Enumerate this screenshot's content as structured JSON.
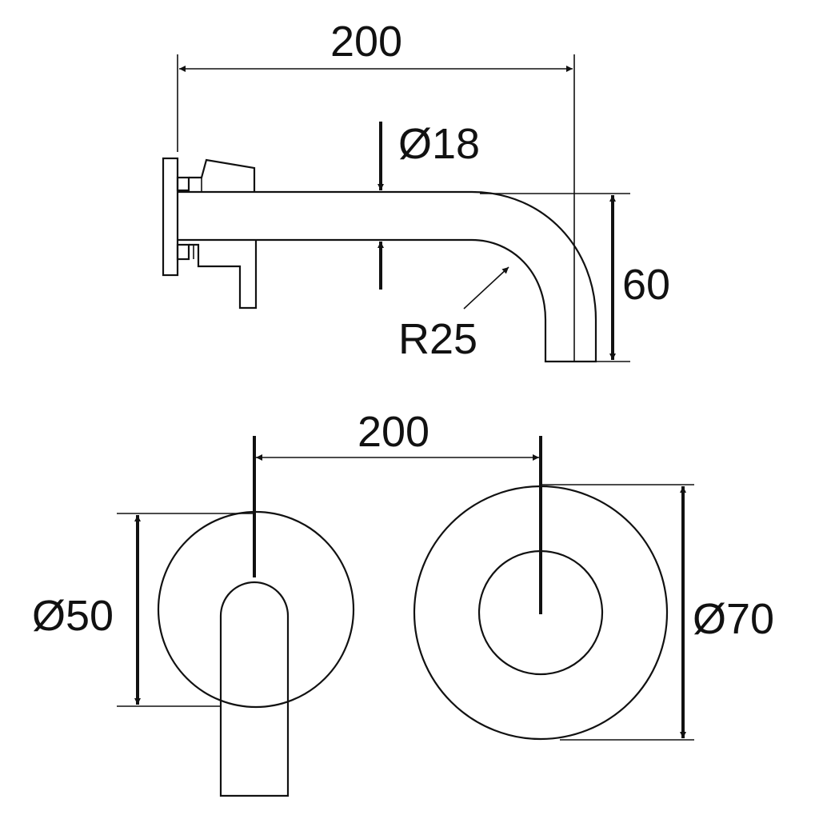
{
  "colors": {
    "ink": "#111111",
    "background": "#ffffff"
  },
  "side_view": {
    "length": "200",
    "pipe_diameter": "Ø18",
    "drop_height": "60",
    "bend_radius": "R25"
  },
  "front_view": {
    "centers_distance": "200",
    "mixer_plate_diameter": "Ø50",
    "spout_plate_diameter": "Ø70"
  }
}
